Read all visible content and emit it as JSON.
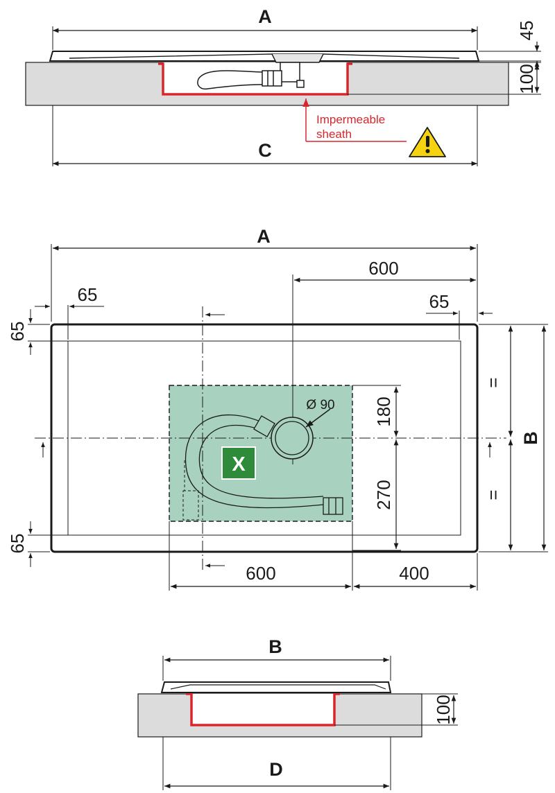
{
  "labels": {
    "width": "A",
    "depth": "B",
    "base_width": "C",
    "base_depth": "D",
    "sheath_line1": "Impermeable",
    "sheath_line2": "sheath",
    "zone": "X",
    "diameter": "Ø 90",
    "equal": "="
  },
  "dimensions": {
    "tray_height": "45",
    "base_height": "100",
    "drain_offset": "600",
    "margin": "65",
    "drain_up": "180",
    "drain_down": "270",
    "zone_width": "600",
    "zone_right": "400"
  },
  "icons": [
    "warning-icon"
  ],
  "colors": {
    "outline": "#1a1a1a",
    "base": "#dcdcdc",
    "sheath": "#d9262c",
    "zone": "#a8d2bf",
    "zone_mark": "#2e8b3a",
    "warning": "#f5d40f"
  }
}
